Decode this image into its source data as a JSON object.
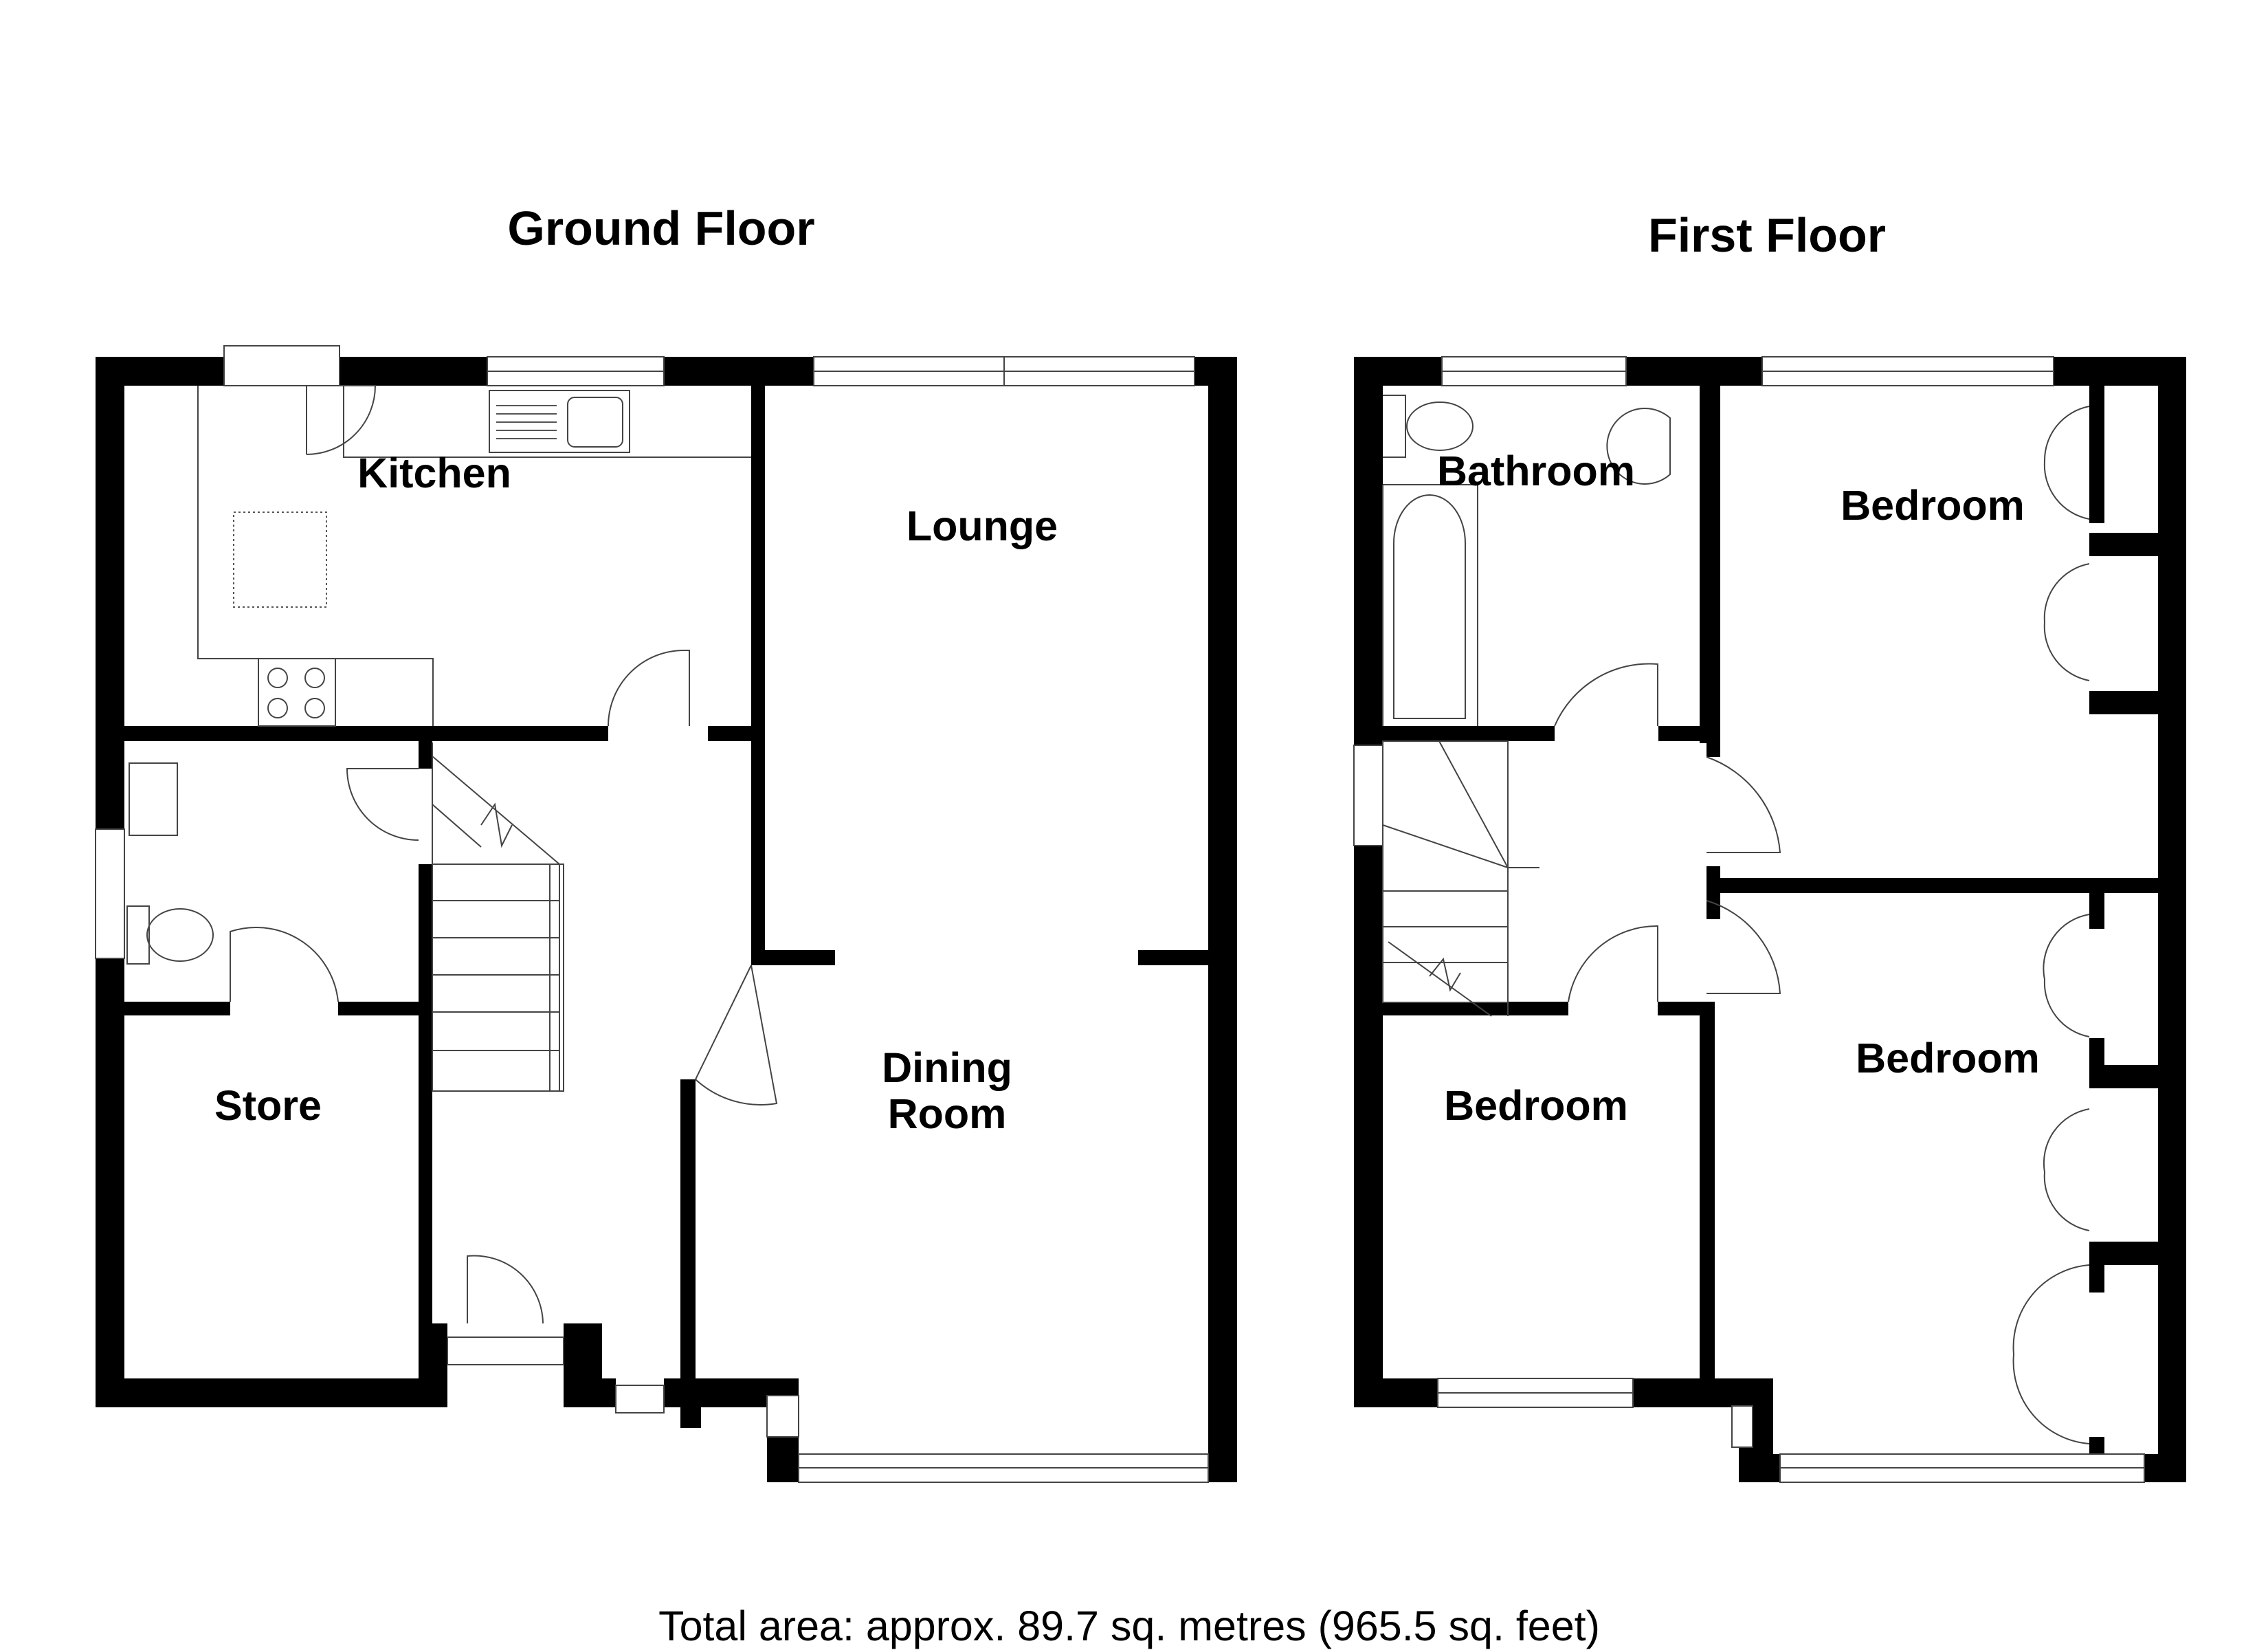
{
  "ground_floor": {
    "title": "Ground Floor",
    "rooms": {
      "kitchen": "Kitchen",
      "lounge": "Lounge",
      "dining_line1": "Dining",
      "dining_line2": "Room",
      "store": "Store"
    }
  },
  "first_floor": {
    "title": "First Floor",
    "rooms": {
      "bathroom": "Bathroom",
      "bedroom_top_right": "Bedroom",
      "bedroom_bottom_right": "Bedroom",
      "bedroom_left": "Bedroom"
    }
  },
  "footer": {
    "total_area": "Total area: approx. 89.7 sq. metres (965.5 sq. feet)"
  }
}
